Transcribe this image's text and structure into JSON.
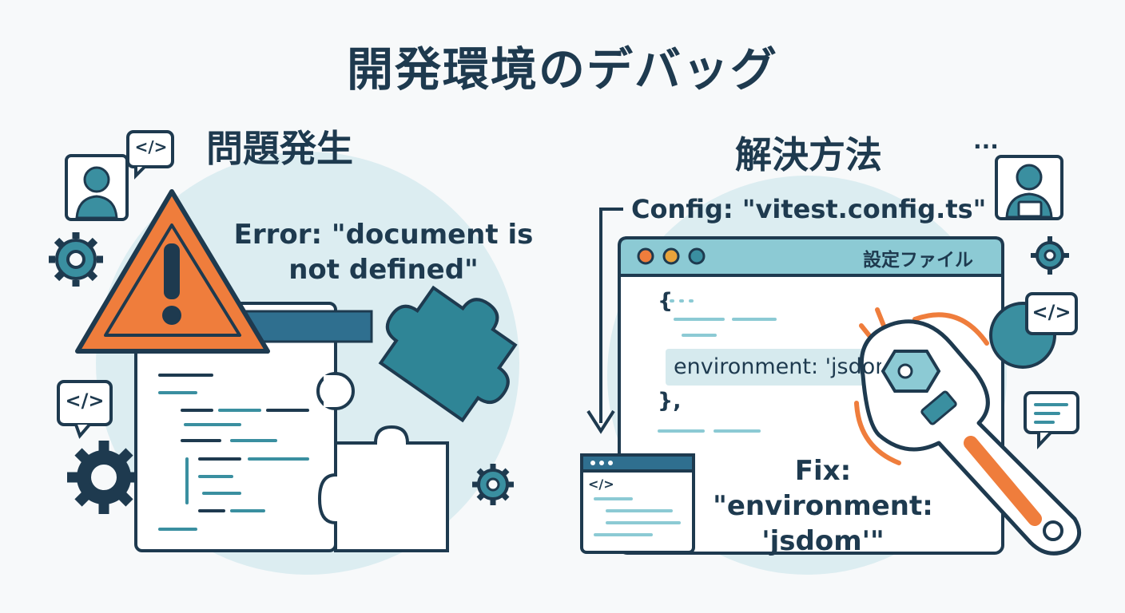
{
  "title": "開発環境のデバッグ",
  "left": {
    "heading": "問題発生",
    "error_line1": "Error: \"document is",
    "error_line2": "not defined\""
  },
  "right": {
    "heading": "解決方法",
    "config_label": "Config: \"vitest.config.ts\"",
    "window_title": "設定ファイル",
    "code_open": "{",
    "code_line": "environment: 'jsdom'",
    "code_close": "},",
    "fix_line1": "Fix:",
    "fix_line2": "\"environment:",
    "fix_line3": "'jsdom'\"",
    "ellipsis": "..."
  },
  "icons": {
    "code_glyph": "</>"
  },
  "colors": {
    "navy": "#1e3a4f",
    "teal": "#3a8fa0",
    "light_teal": "#8ccad4",
    "orange": "#ef7d3c",
    "bg_circle": "#dcedf1",
    "window_bar": "#cfe6ea",
    "highlight": "#d6eaee"
  }
}
